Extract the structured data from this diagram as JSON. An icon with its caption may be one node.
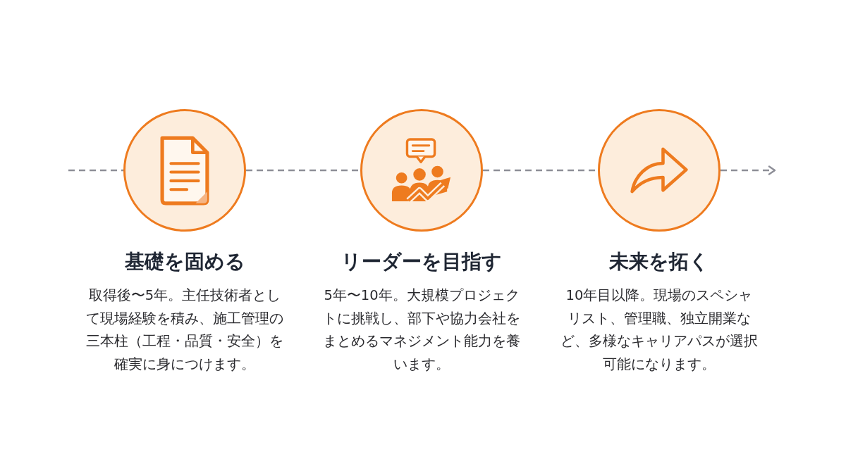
{
  "diagram": {
    "nodes": [
      {
        "text": [],
        "shape": "circle",
        "beside": [
          "基礎を固める",
          "取得後〜5年。主任技術者として現場経験を積み、施工管理の三本柱（工程・品質・安全）を確実に身につけます。"
        ]
      },
      {
        "text": [],
        "shape": "circle",
        "beside": [
          "リーダーを目指す",
          "5年〜10年。大規模プロジェクトに挑戦し、部下や協力会社をまとめるマネジメント能力を養います。"
        ]
      },
      {
        "text": [],
        "shape": "circle",
        "beside": [
          "未来を拓く",
          "10年目以降。現場のスペシャリスト、管理職、独立開業など、多様なキャリアパスが選択可能になります。"
        ]
      }
    ],
    "edges": [
      {
        "from": null,
        "to": 0,
        "arrow": "none",
        "style": "dashed"
      },
      {
        "from": 0,
        "to": 1,
        "arrow": "none",
        "style": "dashed"
      },
      {
        "from": 1,
        "to": 2,
        "arrow": "none",
        "style": "dashed"
      },
      {
        "from": 2,
        "to": null,
        "arrow": "to",
        "style": "dashed"
      }
    ]
  }
}
